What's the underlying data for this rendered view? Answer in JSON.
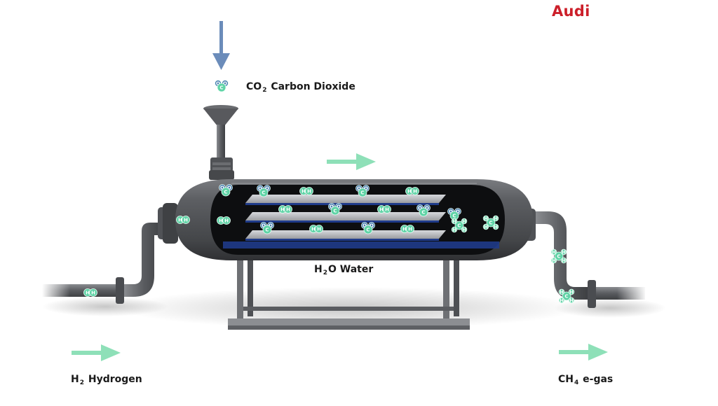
{
  "brand": "Audi",
  "labels": {
    "co2": {
      "formula": "CO",
      "subscript": "2",
      "name": "Carbon Dioxide"
    },
    "h2o": {
      "formula": "H",
      "subscript": "2",
      "rest": "O",
      "name": "Water"
    },
    "h2": {
      "formula": "H",
      "subscript": "2",
      "name": "Hydrogen"
    },
    "ch4": {
      "formula": "CH",
      "subscript": "4",
      "name": "e-gas"
    }
  },
  "atoms": {
    "c": "C",
    "o": "O",
    "h": "H"
  },
  "colors": {
    "flow_arrow": "#8ee0b8",
    "input_arrow": "#6b8cba",
    "tank": "#55575b",
    "atom_green": "#5fd3a6",
    "atom_blue": "#4a7fb0",
    "water": "#1f3b8a",
    "brand": "#cc1f2a"
  }
}
